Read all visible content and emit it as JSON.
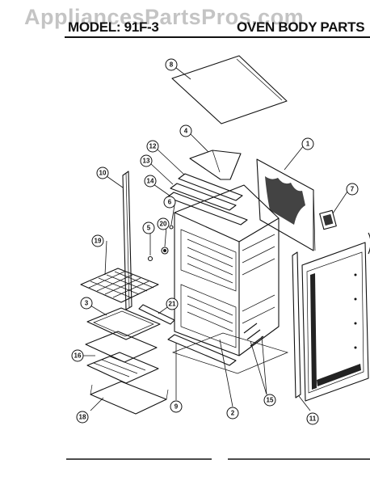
{
  "watermark": "AppliancesPartsPros.com",
  "header": {
    "model": "MODEL: 91F-3",
    "section": "OVEN BODY PARTS"
  },
  "callouts": [
    {
      "id": "callout-8",
      "label": "8"
    },
    {
      "id": "callout-4",
      "label": "4"
    },
    {
      "id": "callout-1",
      "label": "1"
    },
    {
      "id": "callout-12",
      "label": "12"
    },
    {
      "id": "callout-13",
      "label": "13"
    },
    {
      "id": "callout-14",
      "label": "14"
    },
    {
      "id": "callout-10",
      "label": "10"
    },
    {
      "id": "callout-6",
      "label": "6"
    },
    {
      "id": "callout-7",
      "label": "7"
    },
    {
      "id": "callout-20",
      "label": "20"
    },
    {
      "id": "callout-5",
      "label": "5"
    },
    {
      "id": "callout-19",
      "label": "19"
    },
    {
      "id": "callout-3",
      "label": "3"
    },
    {
      "id": "callout-21",
      "label": "21"
    },
    {
      "id": "callout-16",
      "label": "16"
    },
    {
      "id": "callout-9",
      "label": "9"
    },
    {
      "id": "callout-2",
      "label": "2"
    },
    {
      "id": "callout-15",
      "label": "15"
    },
    {
      "id": "callout-11",
      "label": "11"
    },
    {
      "id": "callout-18",
      "label": "18"
    }
  ]
}
